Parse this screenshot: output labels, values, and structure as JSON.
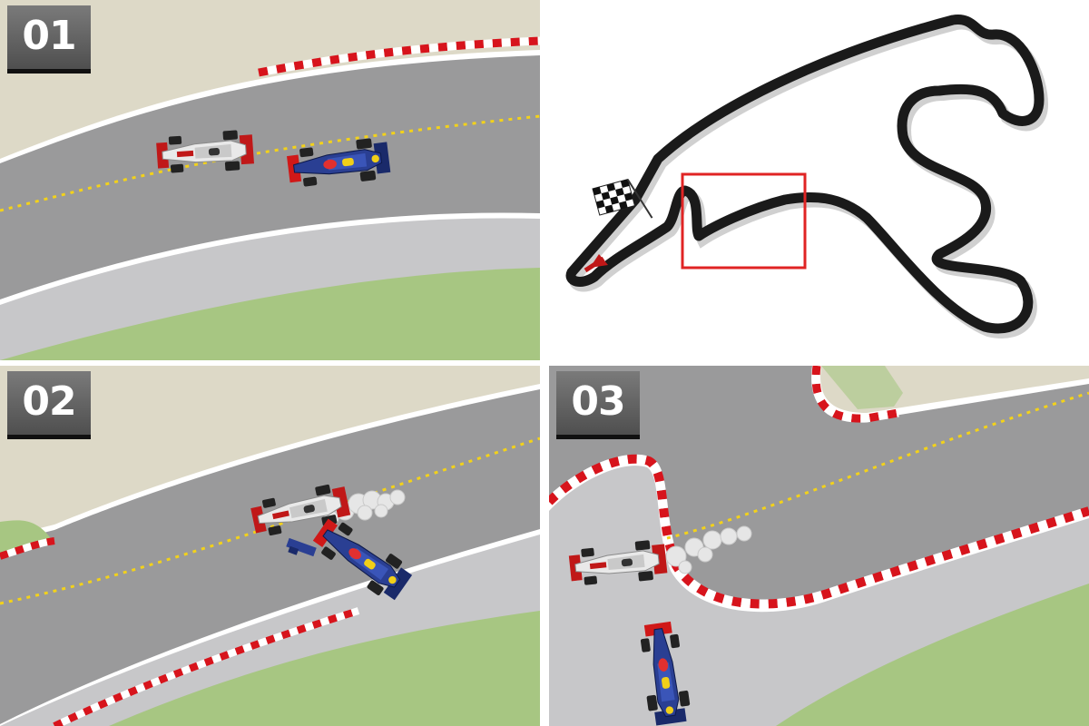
{
  "panels": [
    {
      "step": "01"
    },
    {
      "step": "02"
    },
    {
      "step": "03"
    }
  ],
  "colors": {
    "asphalt": "#9a9a9b",
    "runoff": "#c7c7c9",
    "grass": "#a7c682",
    "sand": "#ddd9c7",
    "kerb_red": "#d7141c",
    "racing_line": "#f3d21a",
    "track_map": "#1a1a1a",
    "highlight_box": "#e02424"
  },
  "icons": [
    "mclaren-car-icon",
    "red-bull-car-icon",
    "checkered-flag-icon",
    "smoke-puff-icon",
    "broken-wing-icon"
  ]
}
